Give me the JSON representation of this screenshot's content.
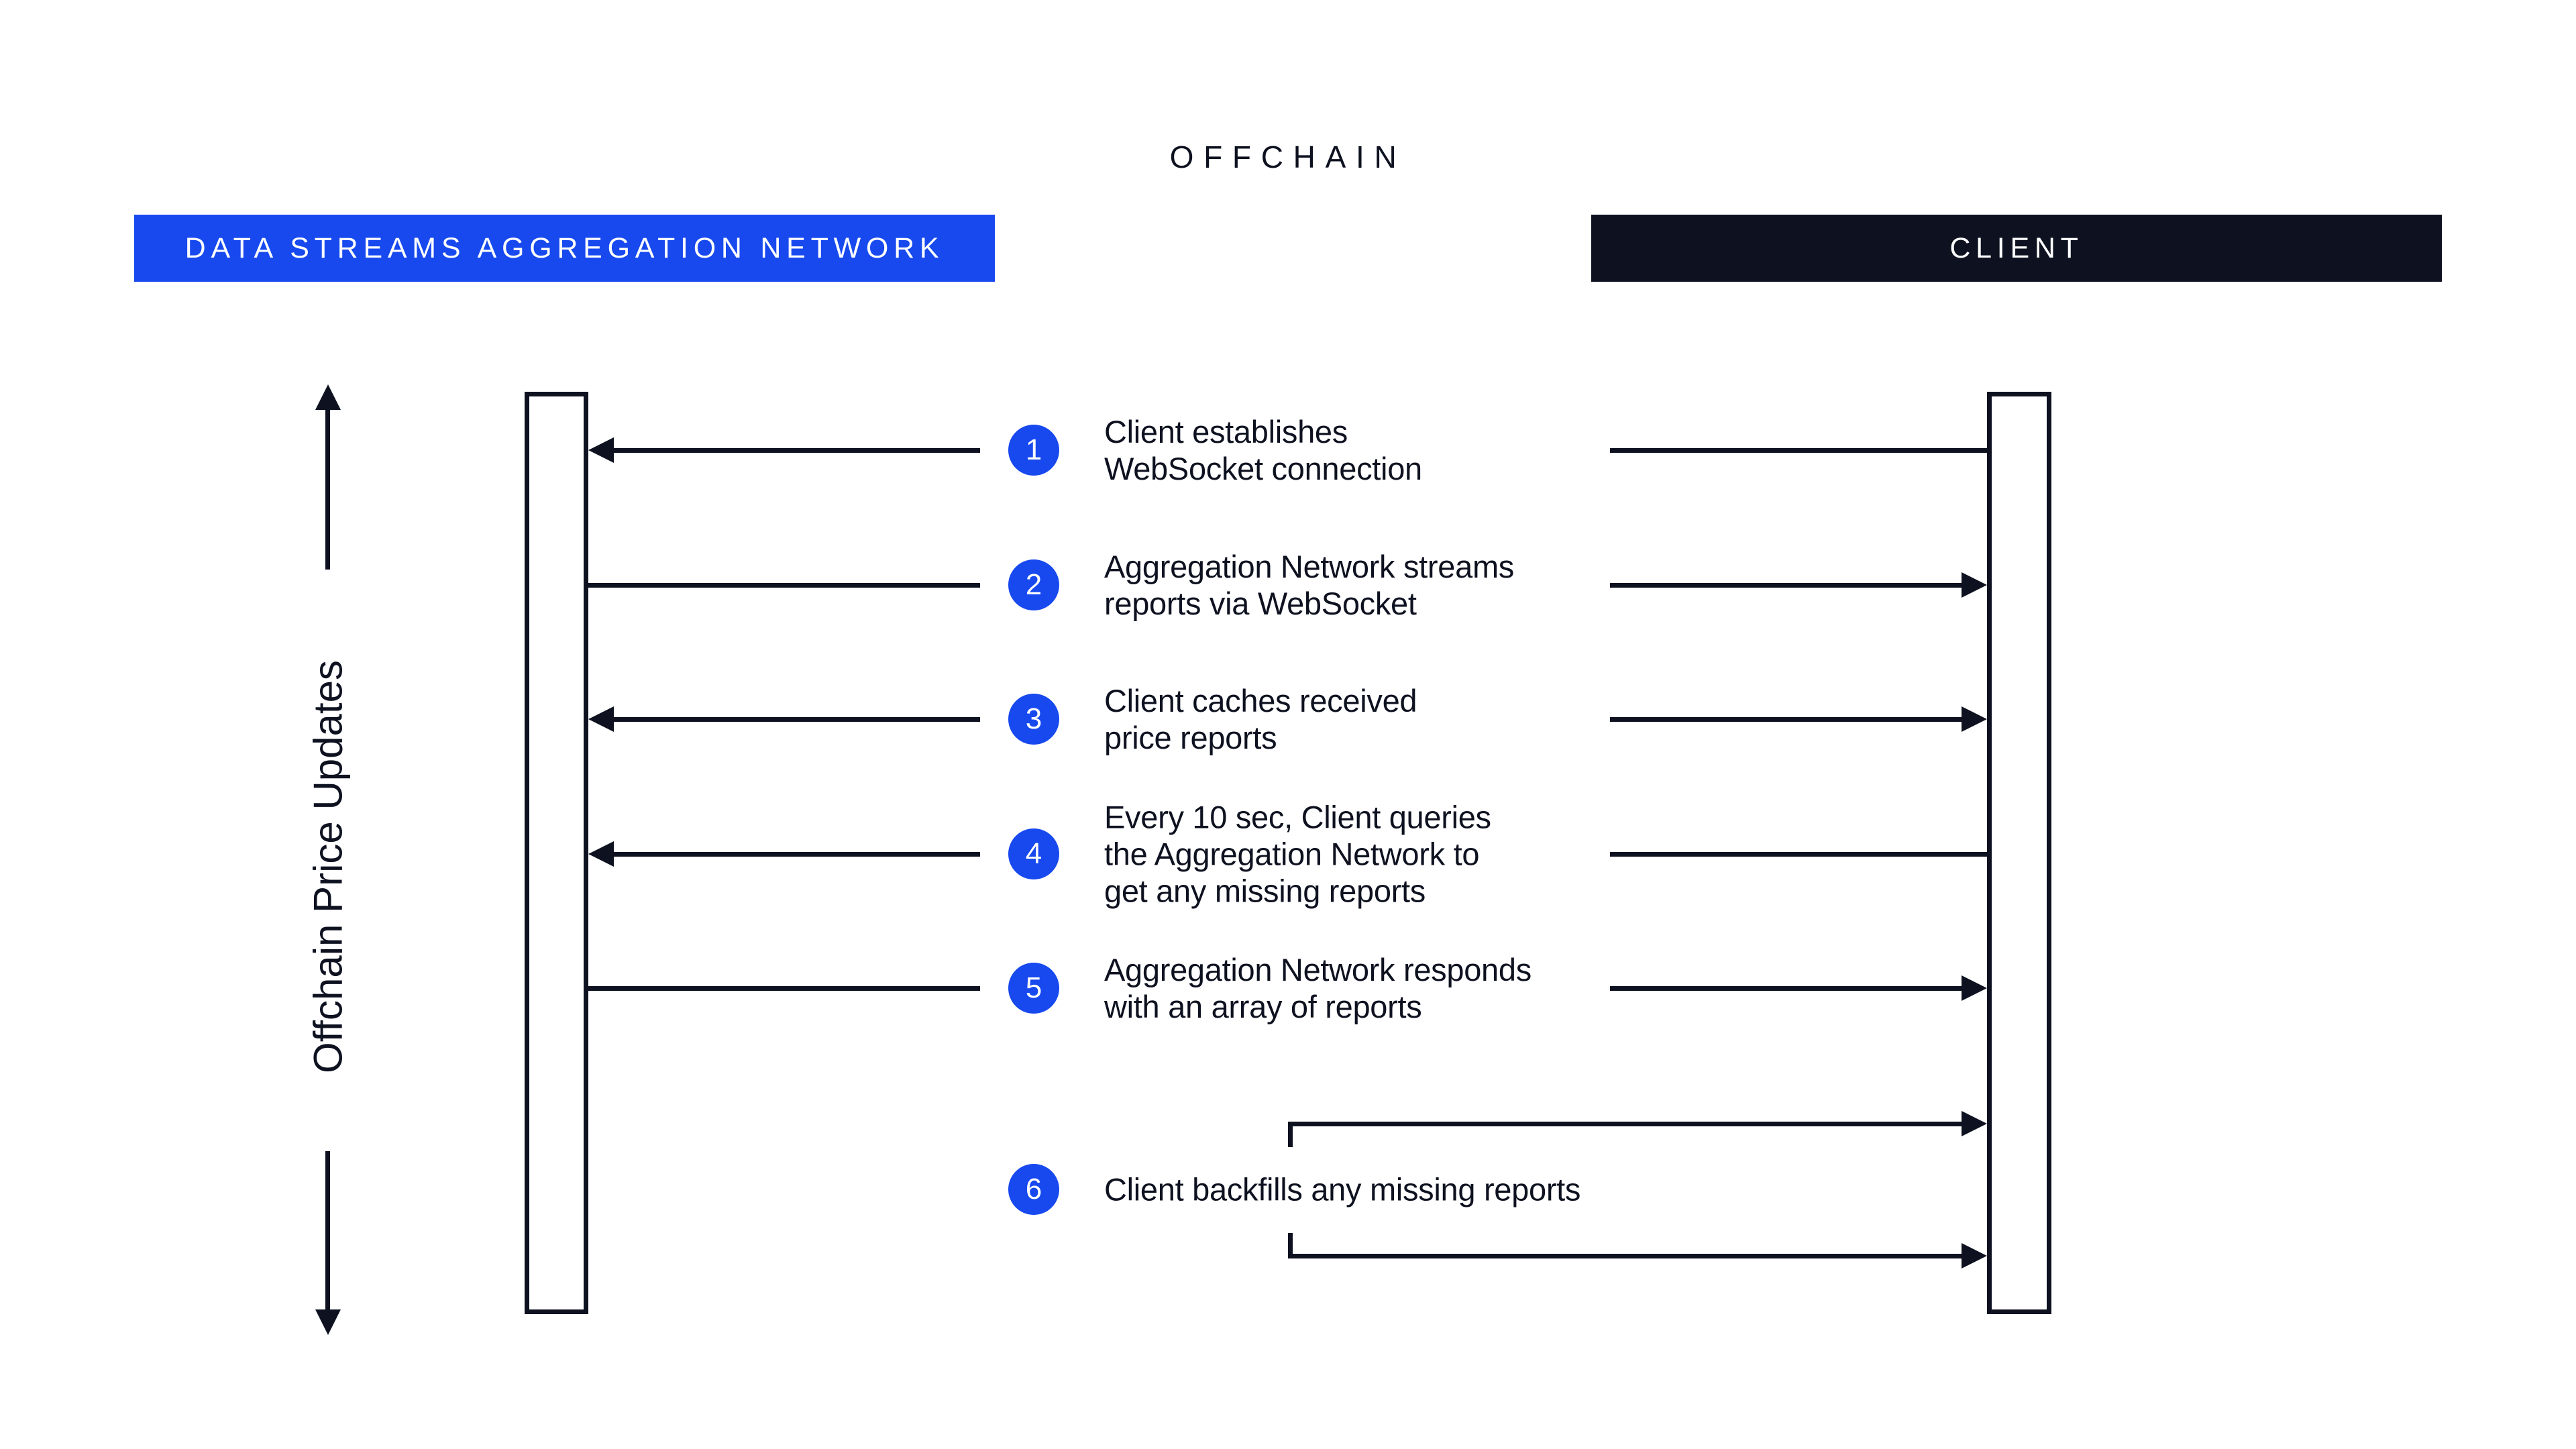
{
  "title": "OFFCHAIN",
  "colors": {
    "accent_blue": "#1749ef",
    "ink": "#0e1220",
    "background": "#ffffff"
  },
  "lanes": {
    "network": {
      "label": "DATA STREAMS AGGREGATION NETWORK"
    },
    "client": {
      "label": "CLIENT"
    }
  },
  "axis": {
    "label": "Offchain Price Updates"
  },
  "steps": [
    {
      "number": "1",
      "text": "Client establishes\nWebSocket connection",
      "arrow_to_network": true,
      "arrow_to_client": false,
      "self_loop_on_client": false
    },
    {
      "number": "2",
      "text": "Aggregation Network streams\nreports via WebSocket",
      "arrow_to_network": false,
      "arrow_to_client": true,
      "self_loop_on_client": false
    },
    {
      "number": "3",
      "text": "Client caches received\nprice reports",
      "arrow_to_network": true,
      "arrow_to_client": true,
      "self_loop_on_client": false
    },
    {
      "number": "4",
      "text": "Every 10 sec, Client queries\nthe Aggregation Network to\nget any missing reports",
      "arrow_to_network": true,
      "arrow_to_client": false,
      "self_loop_on_client": false
    },
    {
      "number": "5",
      "text": "Aggregation Network responds\nwith an array of reports",
      "arrow_to_network": false,
      "arrow_to_client": true,
      "self_loop_on_client": false
    },
    {
      "number": "6",
      "text": "Client backfills any missing reports",
      "arrow_to_network": false,
      "arrow_to_client": false,
      "self_loop_on_client": true
    }
  ]
}
